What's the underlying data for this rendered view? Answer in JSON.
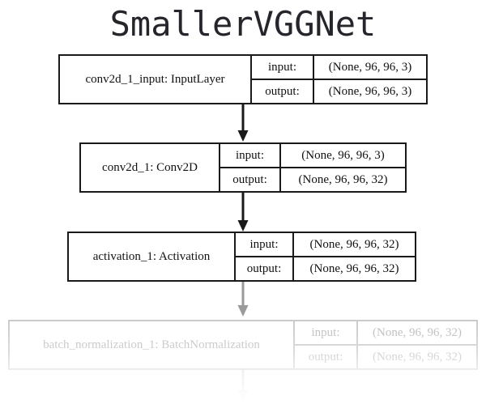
{
  "page": {
    "title": "SmallerVGGNet",
    "background_color": "#ffffff",
    "line_color": "#1a1a1a",
    "faded_color": "#b9b9b9",
    "faded_line_color": "#c9c9c9"
  },
  "graph": {
    "io_labels": {
      "input": "input:",
      "output": "output:"
    },
    "nodes": [
      {
        "id": "conv2d_1_input",
        "name": "conv2d_1_input: InputLayer",
        "input_label": "input:",
        "input_shape": "(None, 96, 96, 3)",
        "output_label": "output:",
        "output_shape": "(None, 96, 96, 3)",
        "state": "normal"
      },
      {
        "id": "conv2d_1",
        "name": "conv2d_1: Conv2D",
        "input_label": "input:",
        "input_shape": "(None, 96, 96, 3)",
        "output_label": "output:",
        "output_shape": "(None, 96, 96, 32)",
        "state": "normal"
      },
      {
        "id": "activation_1",
        "name": "activation_1: Activation",
        "input_label": "input:",
        "input_shape": "(None, 96, 96, 32)",
        "output_label": "output:",
        "output_shape": "(None, 96, 96, 32)",
        "state": "normal"
      },
      {
        "id": "batch_normalization_1",
        "name": "batch_normalization_1: BatchNormalization",
        "input_label": "input:",
        "input_shape": "(None, 96, 96, 32)",
        "output_label": "output:",
        "output_shape": "(None, 96, 96, 32)",
        "state": "faded"
      }
    ],
    "edges": [
      {
        "from": "conv2d_1_input",
        "to": "conv2d_1",
        "state": "normal"
      },
      {
        "from": "conv2d_1",
        "to": "activation_1",
        "state": "normal"
      },
      {
        "from": "activation_1",
        "to": "batch_normalization_1",
        "state": "faded"
      },
      {
        "from": "batch_normalization_1",
        "to": "",
        "state": "faded"
      }
    ]
  }
}
